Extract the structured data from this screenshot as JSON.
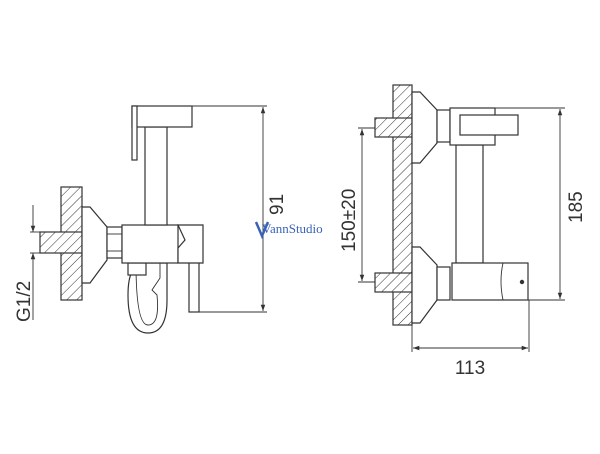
{
  "drawing": {
    "side_view": {
      "thread_label": "G1/2",
      "height_label": "91"
    },
    "front_view": {
      "spacing_label": "150±20",
      "height_label": "185",
      "depth_label": "113"
    }
  },
  "watermark": {
    "text": "VannStudio",
    "color": "#3a63b8"
  },
  "colors": {
    "line": "#333333",
    "background": "#ffffff"
  }
}
